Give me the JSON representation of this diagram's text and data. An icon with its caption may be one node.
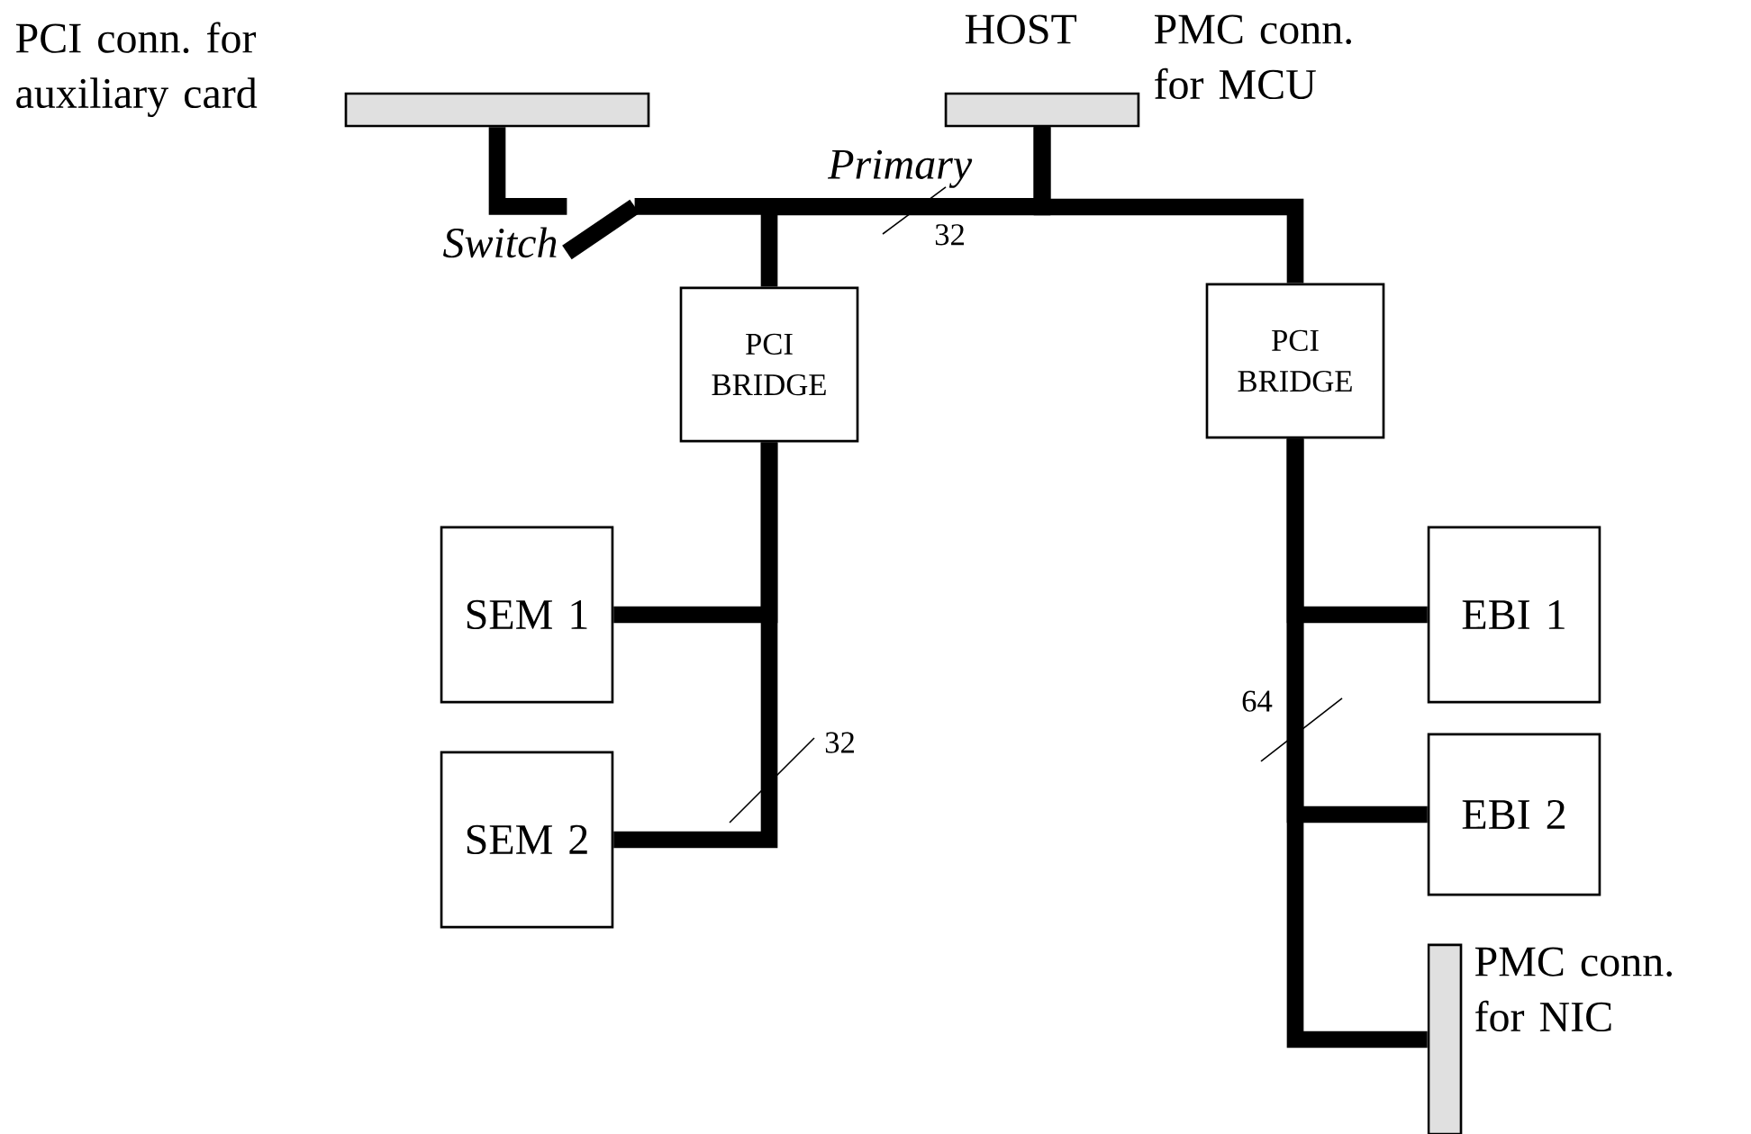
{
  "diagram": {
    "nodes": [
      {
        "text": [],
        "shape": "bar",
        "beside": [
          "PCI conn. for auxiliary card"
        ]
      },
      {
        "text": [
          "Switch"
        ]
      },
      {
        "text": [],
        "shape": "bar",
        "beside": [
          "HOST",
          "PMC conn. for MCU"
        ]
      },
      {
        "text": [
          "PCI BRIDGE"
        ]
      },
      {
        "text": [
          "PCI BRIDGE"
        ]
      },
      {
        "text": [
          "SEM 1"
        ]
      },
      {
        "text": [
          "SEM 2"
        ]
      },
      {
        "text": [
          "EBI 1"
        ]
      },
      {
        "text": [
          "EBI 2"
        ]
      },
      {
        "text": [],
        "shape": "bar",
        "beside": [
          "PMC conn. for NIC"
        ]
      }
    ],
    "edges": [
      {
        "from": 0,
        "to": 1,
        "arrow": "none"
      },
      {
        "from": 1,
        "to": 2,
        "arrow": "none"
      },
      {
        "from": 2,
        "to": 3,
        "arrow": "none"
      },
      {
        "from": 2,
        "to": 4,
        "arrow": "none"
      },
      {
        "from": 3,
        "to": 5,
        "arrow": "none"
      },
      {
        "from": 3,
        "to": 6,
        "arrow": "none"
      },
      {
        "from": 4,
        "to": 7,
        "arrow": "none"
      },
      {
        "from": 4,
        "to": 8,
        "arrow": "none"
      },
      {
        "from": 4,
        "to": 9,
        "arrow": "none"
      }
    ],
    "labels": [
      "Primary",
      "32",
      "32",
      "64"
    ]
  }
}
